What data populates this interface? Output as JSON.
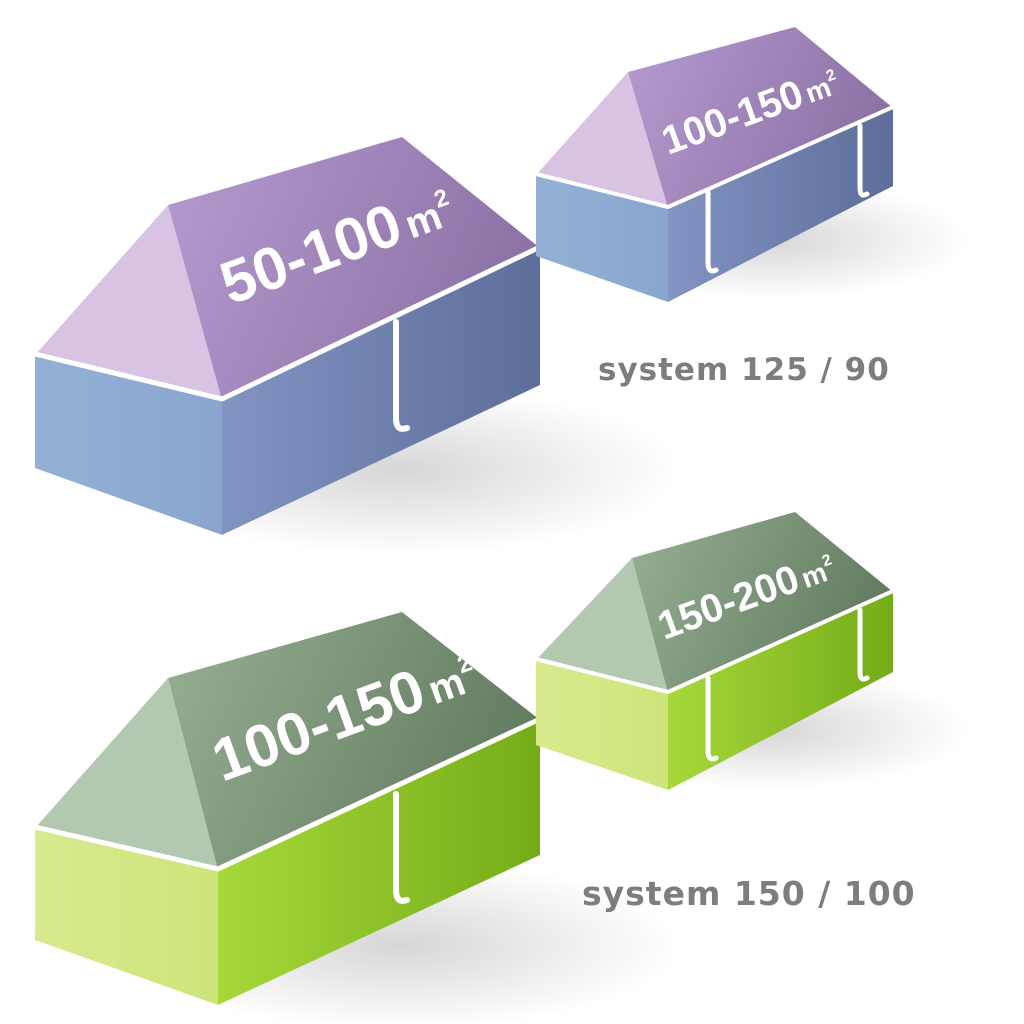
{
  "systems": [
    {
      "label": "system 125 / 90",
      "colors": {
        "roof_light": "#d8c4e2",
        "roof_dark": "#8e72a8",
        "wall_light": "#93b0d4",
        "wall_dark": "#5f6f9c"
      },
      "houses": [
        {
          "area": "50-100",
          "unit": "m",
          "exp": "2"
        },
        {
          "area": "100-150",
          "unit": "m",
          "exp": "2"
        }
      ]
    },
    {
      "label": "system 150 / 100",
      "colors": {
        "roof_light": "#b3c8b0",
        "roof_dark": "#667e63",
        "wall_light": "#d5e888",
        "wall_dark": "#7fba1c"
      },
      "houses": [
        {
          "area": "100-150",
          "unit": "m",
          "exp": "2"
        },
        {
          "area": "150-200",
          "unit": "m",
          "exp": "2"
        }
      ]
    }
  ]
}
